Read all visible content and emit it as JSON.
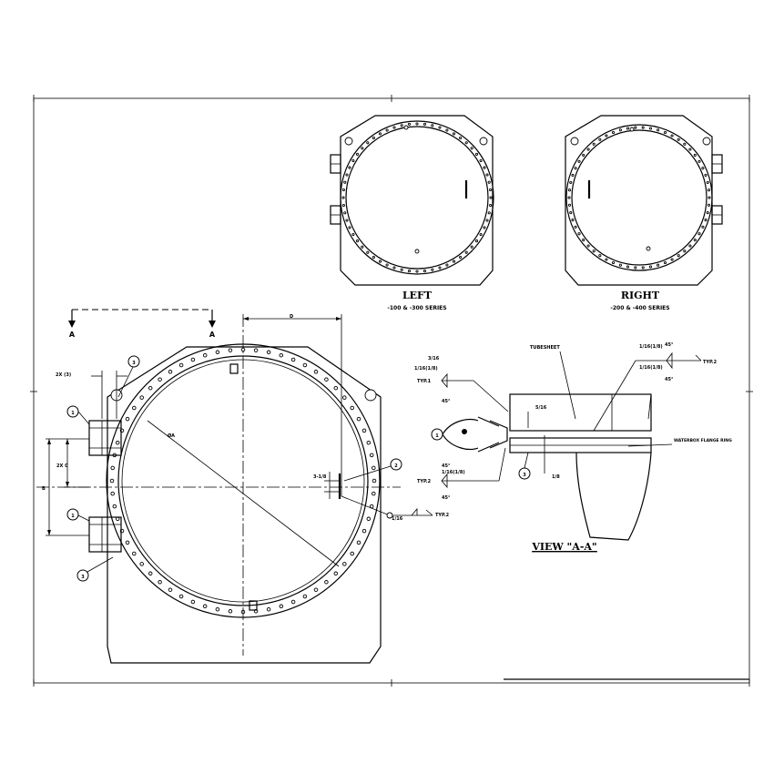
{
  "views": {
    "left": {
      "title": "LEFT",
      "subtitle": "-100 & -300 SERIES"
    },
    "right": {
      "title": "RIGHT",
      "subtitle": "-200 & -400 SERIES"
    },
    "section": {
      "title": "VIEW \"A-A\""
    }
  },
  "main_view": {
    "section_mark": "A",
    "dim_d": "D",
    "dim_2x_3": "2X (3)",
    "dim_2x_c": "2X C",
    "dim_b": "B",
    "dim_phi_a": "ØA",
    "dim_3_1_8": "3-1/8",
    "weld_1_16": "1/16",
    "typ2": "TYP.2",
    "balloons": {
      "one": "1",
      "two": "2",
      "three": "3"
    }
  },
  "section_view": {
    "tubesheet": "TUBESHEET",
    "waterbox_flange_ring": "WATERBOX FLANGE RING",
    "dim_5_16": "5/16",
    "dim_1_8": "1/8",
    "weld_3_16": "3/16",
    "weld_1_16_pair": "1/16(1/8)",
    "angle_45": "45°",
    "typ2": "TYP.2",
    "typ1": "TYP.1"
  }
}
